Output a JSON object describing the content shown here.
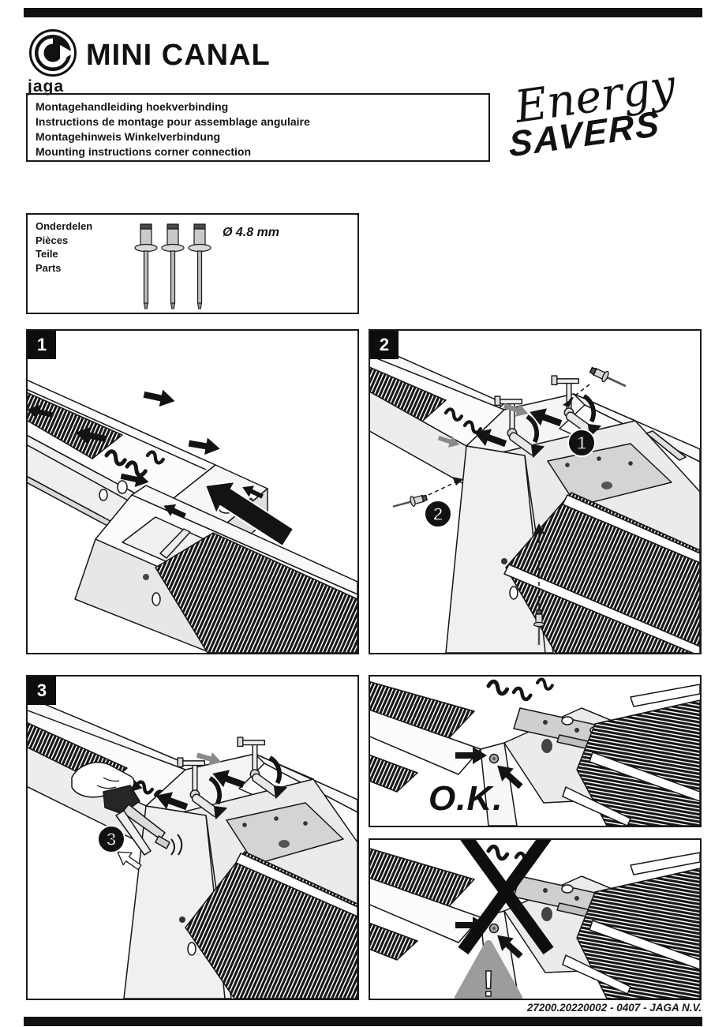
{
  "page": {
    "background": "#ffffff",
    "bar_color": "#111111"
  },
  "header": {
    "brand_logo": "jaga",
    "title": "MINI CANAL",
    "languages_box": {
      "lines": [
        "Montagehandleiding hoekverbinding",
        "Instructions de montage pour assemblage angulaire",
        "Montagehinweis Winkelverbindung",
        "Mounting instructions corner connection"
      ]
    },
    "energy_logo": {
      "word1": "Energy",
      "word2": "SAVERS"
    }
  },
  "parts_box": {
    "labels": [
      "Onderdelen",
      "Pièces",
      "Teile",
      "Parts"
    ],
    "diameter": "Ø 4.8 mm",
    "rivet_count": 3
  },
  "steps": {
    "step1": {
      "badge": "1"
    },
    "step2": {
      "badge": "2",
      "callouts": [
        "1",
        "2"
      ]
    },
    "step3": {
      "badge": "3",
      "callouts": [
        "3"
      ]
    },
    "result_ok": {
      "label": "O.K."
    },
    "result_wrong": {
      "warning_mark": "!"
    }
  },
  "footer": {
    "reference": "27200.20220002 - 0407 - JAGA N.V."
  },
  "colors": {
    "ink": "#161616",
    "panel_border": "#1a1a1a",
    "light_gray": "#ececec",
    "mid_gray": "#d6d6d6",
    "warning_gray": "#9c9c9c"
  }
}
